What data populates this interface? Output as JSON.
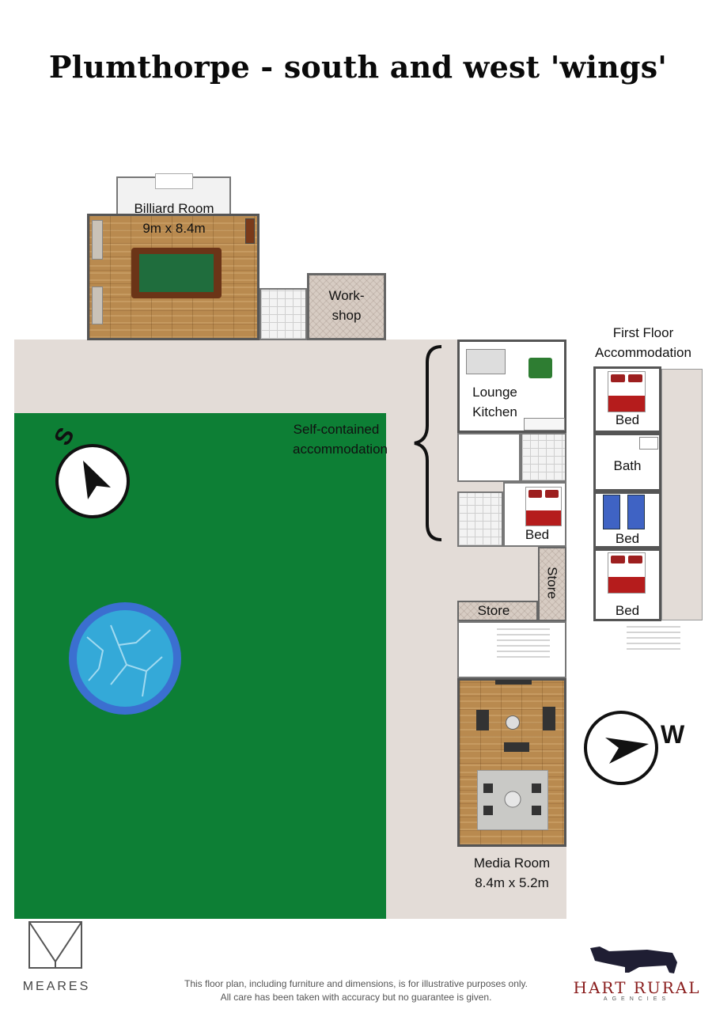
{
  "title": "Plumthorpe - south and west 'wings'",
  "rooms": {
    "billiard": {
      "name": "Billiard Room",
      "size": "9m x 8.4m"
    },
    "workshop": {
      "line1": "Work-",
      "line2": "shop"
    },
    "lounge": "Lounge",
    "kitchen": "Kitchen",
    "self_contained": {
      "line1": "Self-contained",
      "line2": "accommodation"
    },
    "sc_bed": "Bed",
    "store_vertical": "Store",
    "store": "Store",
    "media": {
      "name": "Media Room",
      "size": "8.4m x 5.2m"
    },
    "first_floor": {
      "line1": "First Floor",
      "line2": "Accommodation"
    },
    "ff_bed_1": "Bed",
    "ff_bath": "Bath",
    "ff_bed_2": "Bed",
    "ff_bed_3": "Bed"
  },
  "compass": {
    "south_letter": "S",
    "west_letter": "W"
  },
  "branding": {
    "left_logo": "MEARES",
    "right_logo_main": "HART RURAL",
    "right_logo_sub": "AGENCIES"
  },
  "disclaimer": {
    "line1": "This floor plan, including furniture and dimensions, is for illustrative purposes only.",
    "line2": "All care has been taken with accuracy but no guarantee is given."
  },
  "colors": {
    "lawn": "#0d7f35",
    "paving": "#e3dcd7",
    "pool_water": "#34a9d8",
    "pool_rim": "#3b6fd0",
    "bed_cover": "#b51c1c",
    "wood_floor": "#b98a4f"
  }
}
